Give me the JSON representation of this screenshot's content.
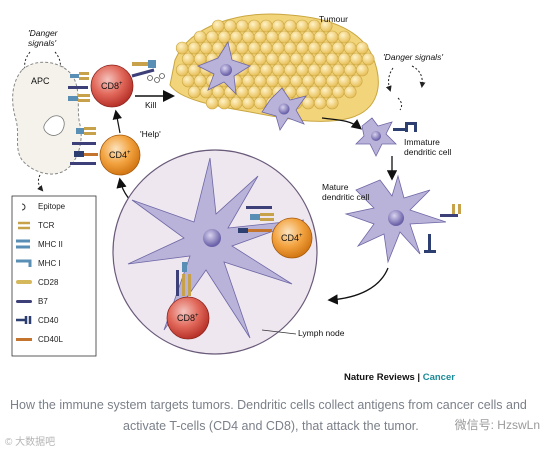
{
  "labels": {
    "tumour": "Tumour",
    "danger_left": "'Danger\nsignals'",
    "danger_right": "'Danger signals'",
    "apc": "APC",
    "cd8": "CD8",
    "cd4": "CD4",
    "plus": "+",
    "kill": "Kill",
    "help": "'Help'",
    "immature": "Immature\ndendritic cell",
    "mature": "Mature\ndendritic cell",
    "lymph": "Lymph node"
  },
  "legend": [
    {
      "name": "epitope",
      "label": "Epitope"
    },
    {
      "name": "tcr",
      "label": "TCR"
    },
    {
      "name": "mhc-ii",
      "label": "MHC II"
    },
    {
      "name": "mhc-i",
      "label": "MHC I"
    },
    {
      "name": "cd28",
      "label": "CD28"
    },
    {
      "name": "b7",
      "label": "B7"
    },
    {
      "name": "cd40",
      "label": "CD40"
    },
    {
      "name": "cd40l",
      "label": "CD40L"
    }
  ],
  "journal": {
    "name": "Nature Reviews",
    "separator": "|",
    "section": "Cancer"
  },
  "caption": {
    "line1": "How the immune system targets tumors. Dendritic cells collect antigens from cancer cells and",
    "line2": "activate T-cells (CD4 and CD8), that attack the tumor."
  },
  "watermark": {
    "left": "© 大数据吧",
    "right": "微信号: HzswLn"
  },
  "colors": {
    "tumour_fill": "#f2d47a",
    "tumour_stroke": "#c9a640",
    "dendritic_fill": "#b9b3d9",
    "dendritic_stroke": "#6e67a6",
    "cd8_fill": "#d9493b",
    "cd4_fill": "#f29a2e",
    "lymph_fill": "#eee7f0",
    "tcr": "#c8a24a",
    "mhc": "#5a8fb5",
    "cd28": "#d6b85c",
    "b7": "#3d3f78",
    "cd40": "#2d3e70",
    "cd40l": "#c5742e",
    "caption_text": "#7b8089",
    "journal_accent": "#1a8a99"
  }
}
